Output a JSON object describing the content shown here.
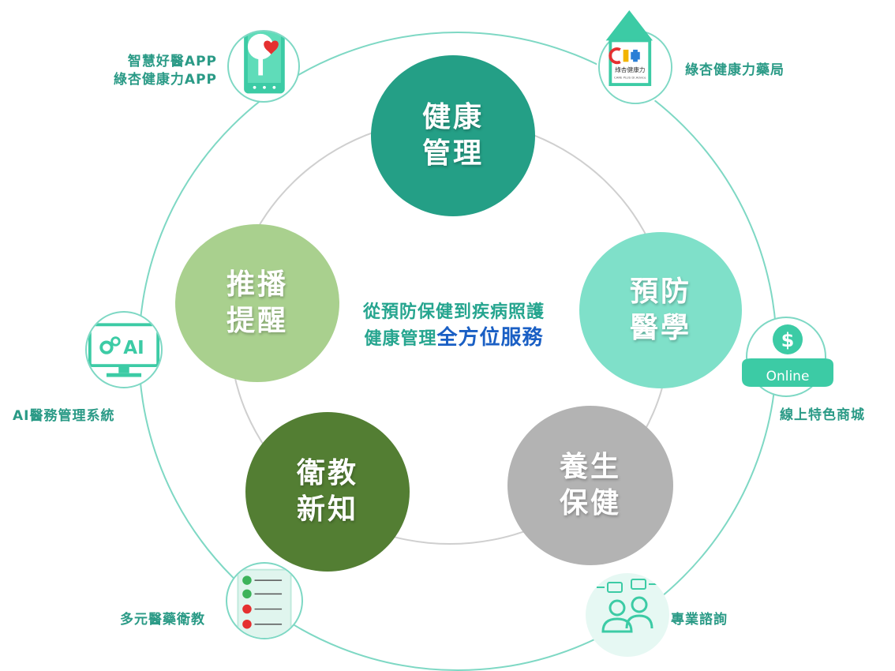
{
  "center": {
    "line1": "從預防保健到疾病照護",
    "line2_prefix": "健康管理",
    "line2_highlight": "全方位服務"
  },
  "bubbles": {
    "health_management": {
      "line1": "健康",
      "line2": "管理",
      "color": "#249f86"
    },
    "preventive_medicine": {
      "line1": "預防",
      "line2": "醫學",
      "color": "#7fe0c9"
    },
    "wellness": {
      "line1": "養生",
      "line2": "保健",
      "color": "#b3b3b3"
    },
    "health_education": {
      "line1": "衛教",
      "line2": "新知",
      "color": "#537e33"
    },
    "push_reminder": {
      "line1": "推播",
      "line2": "提醒",
      "color": "#a9d08e"
    }
  },
  "services": {
    "app": {
      "line1": "智慧好醫APP",
      "line2": "綠杏健康力APP"
    },
    "pharmacy": {
      "label": "綠杏健康力藥局",
      "logo_text": "綠杏健康力",
      "logo_sub": "CARE PLUS Dr.Advice"
    },
    "online_store": {
      "label": "線上特色商城",
      "icon_text": "Online"
    },
    "consultation": {
      "label": "專業諮詢"
    },
    "drug_education": {
      "label": "多元醫藥衛教"
    },
    "ai_system": {
      "label": "AI醫務管理系統",
      "icon_text": "AI"
    }
  },
  "colors": {
    "accent": "#7ed8c4",
    "label": "#2a9a86",
    "highlight": "#1a5fc4"
  }
}
